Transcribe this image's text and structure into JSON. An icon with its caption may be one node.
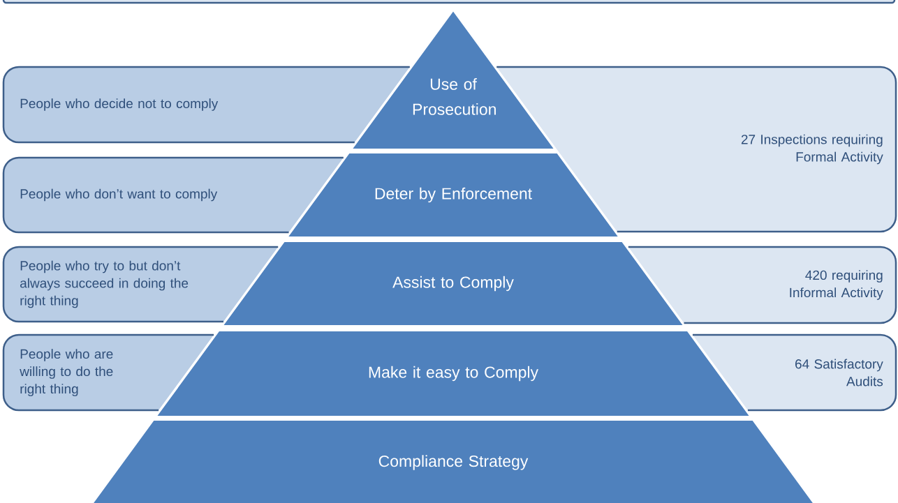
{
  "diagram": {
    "nodes": [
      {
        "text": [],
        "shape": "box"
      },
      {
        "text": [
          "People who decide not to comply"
        ]
      },
      {
        "text": [
          "People who don’t want to comply"
        ]
      },
      {
        "text": [
          "People who try to but don’t always succeed in doing the right thing"
        ]
      },
      {
        "text": [
          "People who are willing to do the right thing"
        ]
      },
      {
        "text": [
          "27 Inspections requiring Formal Activity"
        ]
      },
      {
        "text": [
          "420 requiring Informal Activity"
        ]
      },
      {
        "text": [
          "64 Satisfactory Audits"
        ]
      },
      {
        "text": [
          "Use of Prosecution"
        ]
      },
      {
        "text": [
          "Deter by Enforcement"
        ]
      },
      {
        "text": [
          "Assist to Comply"
        ]
      },
      {
        "text": [
          "Make it easy to Comply"
        ]
      },
      {
        "text": [
          "Compliance Strategy"
        ]
      }
    ]
  }
}
